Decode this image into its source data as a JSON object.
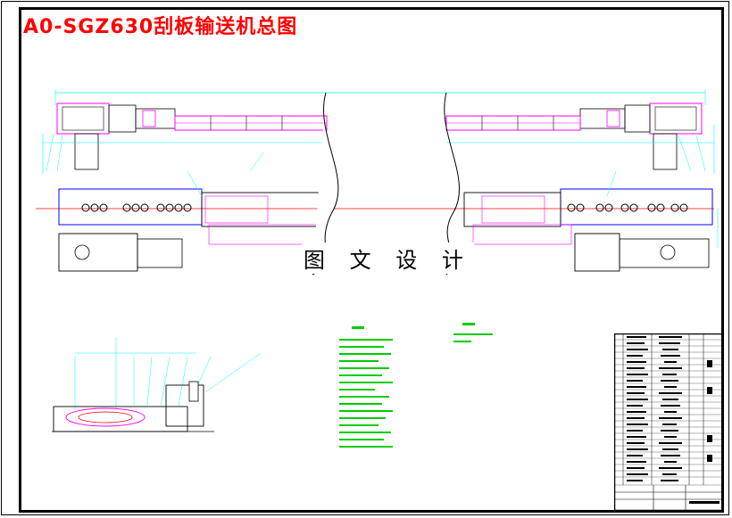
{
  "title": "A0-SGZ630刮板输送机总图",
  "watermark": "图 文 设 计",
  "colors": {
    "title": "#ff0000",
    "dimension": "#00ffff",
    "part_outline": "#ff00ff",
    "machine_line": "#0000ff",
    "chain": "#000000",
    "center_line": "#ff0000",
    "text_note": "#00cc00"
  },
  "views": {
    "elevation": "top elevation view of conveyor with drive heads at both ends",
    "plan": "plan view of conveyor with sprockets, motors and reducers",
    "side": "side section of drive head",
    "notes": "technical requirements block",
    "title_block": "bill of materials and title block"
  }
}
